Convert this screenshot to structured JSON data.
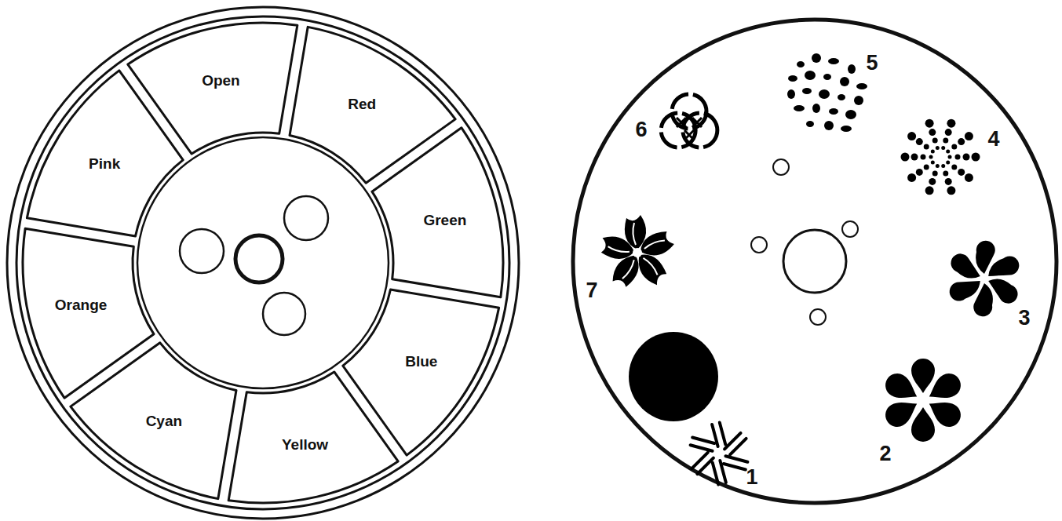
{
  "diagram": {
    "nodes": [
      {
        "text": [
          "Open"
        ]
      },
      {
        "text": [
          "Red"
        ]
      },
      {
        "text": [
          "Green"
        ]
      },
      {
        "text": [
          "Blue"
        ]
      },
      {
        "text": [
          "Yellow"
        ]
      },
      {
        "text": [
          "Cyan"
        ]
      },
      {
        "text": [
          "Orange"
        ]
      },
      {
        "text": [
          "Pink"
        ]
      }
    ],
    "labels": [
      "1",
      "2",
      "3",
      "4",
      "5",
      "6",
      "7"
    ]
  }
}
